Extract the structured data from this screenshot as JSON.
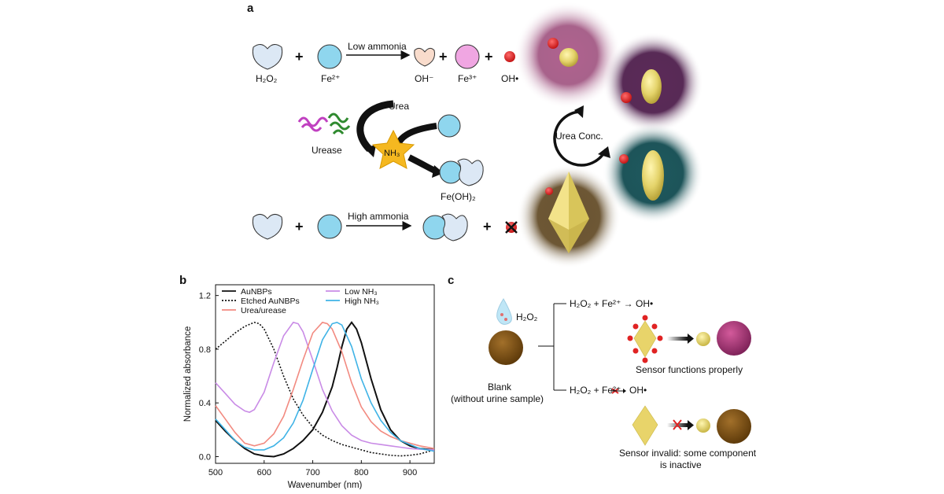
{
  "panel_a": {
    "letter": "a",
    "row1": {
      "reagent1": "H₂O₂",
      "reagent2": "Fe²⁺",
      "condition": "Low ammonia",
      "product1": "OH⁻",
      "product2": "Fe³⁺",
      "product3": "OH•"
    },
    "row2": {
      "enzyme": "Urease",
      "substrate": "Urea",
      "intermediate": "NH₃",
      "product": "Fe(OH)₂"
    },
    "row3": {
      "condition": "High ammonia"
    },
    "cycle_label": "Urea Conc.",
    "colors": {
      "pink_glow": "#b0628f",
      "purple_glow": "#5b2a58",
      "teal_glow": "#1e5a5f",
      "brown_glow": "#6b5430",
      "gold": "#e4d36a",
      "radical_red": "#e02323",
      "fe2_blue": "#8fd6ee",
      "h2o2_pale": "#dce8f5",
      "fe3_pink": "#f0a6e2"
    }
  },
  "panel_b": {
    "letter": "b",
    "chart_data": {
      "type": "line",
      "xlabel": "Wavenumber (nm)",
      "ylabel": "Normalized absorbance",
      "xlim": [
        500,
        950
      ],
      "ylim": [
        -0.05,
        1.28
      ],
      "xticks": [
        "500",
        "600",
        "700",
        "800",
        "900"
      ],
      "yticks": [
        "0.0",
        "0.4",
        "0.8",
        "1.2"
      ],
      "legend_position": "top",
      "series": [
        {
          "name": "AuNBPs",
          "color": "#111111",
          "dash": "",
          "x": [
            500,
            520,
            540,
            560,
            580,
            600,
            620,
            640,
            660,
            680,
            700,
            720,
            740,
            750,
            760,
            770,
            780,
            790,
            800,
            820,
            840,
            860,
            880,
            900,
            920,
            950
          ],
          "y": [
            0.27,
            0.19,
            0.12,
            0.06,
            0.02,
            0.005,
            0.0,
            0.02,
            0.06,
            0.12,
            0.2,
            0.33,
            0.52,
            0.66,
            0.82,
            0.95,
            1.0,
            0.95,
            0.85,
            0.58,
            0.35,
            0.2,
            0.12,
            0.08,
            0.06,
            0.05
          ]
        },
        {
          "name": "Etched AuNBPs",
          "color": "#111111",
          "dash": "2,2",
          "x": [
            500,
            520,
            540,
            560,
            580,
            590,
            600,
            620,
            640,
            660,
            680,
            700,
            720,
            740,
            760,
            780,
            800,
            820,
            840,
            860,
            880,
            900,
            920,
            950
          ],
          "y": [
            0.8,
            0.86,
            0.92,
            0.97,
            1.0,
            0.99,
            0.95,
            0.8,
            0.6,
            0.43,
            0.31,
            0.22,
            0.16,
            0.12,
            0.09,
            0.07,
            0.05,
            0.03,
            0.02,
            0.01,
            0.005,
            0.01,
            0.02,
            0.05
          ]
        },
        {
          "name": "Low NH₃",
          "color": "#c98be6",
          "dash": "",
          "x": [
            500,
            520,
            540,
            560,
            570,
            580,
            600,
            620,
            640,
            660,
            670,
            680,
            700,
            720,
            740,
            760,
            780,
            800,
            820,
            840,
            860,
            880,
            900,
            920,
            950
          ],
          "y": [
            0.55,
            0.47,
            0.39,
            0.34,
            0.33,
            0.35,
            0.48,
            0.7,
            0.9,
            1.0,
            0.99,
            0.93,
            0.72,
            0.5,
            0.34,
            0.23,
            0.16,
            0.12,
            0.1,
            0.09,
            0.08,
            0.07,
            0.06,
            0.055,
            0.05
          ]
        },
        {
          "name": "Urea/urease",
          "color": "#f28a80",
          "dash": "",
          "x": [
            500,
            520,
            540,
            560,
            580,
            600,
            620,
            640,
            660,
            680,
            700,
            720,
            730,
            740,
            760,
            780,
            800,
            820,
            840,
            860,
            880,
            900,
            920,
            950
          ],
          "y": [
            0.38,
            0.28,
            0.18,
            0.1,
            0.08,
            0.1,
            0.17,
            0.3,
            0.5,
            0.72,
            0.92,
            1.0,
            0.99,
            0.95,
            0.78,
            0.55,
            0.37,
            0.26,
            0.19,
            0.15,
            0.12,
            0.1,
            0.08,
            0.06
          ]
        },
        {
          "name": "High NH₃",
          "color": "#3fb3e6",
          "dash": "",
          "x": [
            500,
            520,
            540,
            560,
            580,
            600,
            620,
            640,
            660,
            680,
            700,
            720,
            740,
            750,
            760,
            780,
            800,
            820,
            840,
            860,
            880,
            900,
            920,
            950
          ],
          "y": [
            0.28,
            0.2,
            0.12,
            0.07,
            0.05,
            0.05,
            0.08,
            0.14,
            0.25,
            0.42,
            0.65,
            0.87,
            0.99,
            1.0,
            0.98,
            0.82,
            0.58,
            0.4,
            0.27,
            0.18,
            0.12,
            0.09,
            0.06,
            0.04
          ]
        }
      ]
    }
  },
  "panel_c": {
    "letter": "c",
    "reagent": "H₂O₂",
    "blank_label_line1": "Blank",
    "blank_label_line2": "(without urine sample)",
    "upper_reaction": "H₂O₂ + Fe²⁺ → OH•",
    "upper_result": "Sensor functions properly",
    "lower_reaction_left": "H₂O₂ + Fe²⁺",
    "lower_reaction_right": "OH•",
    "lower_result_line1": "Sensor invalid: some component",
    "lower_result_line2": "is inactive",
    "colors": {
      "brown": "#7a4e10",
      "magenta": "#a0336f",
      "gold": "#e4d36a"
    }
  }
}
